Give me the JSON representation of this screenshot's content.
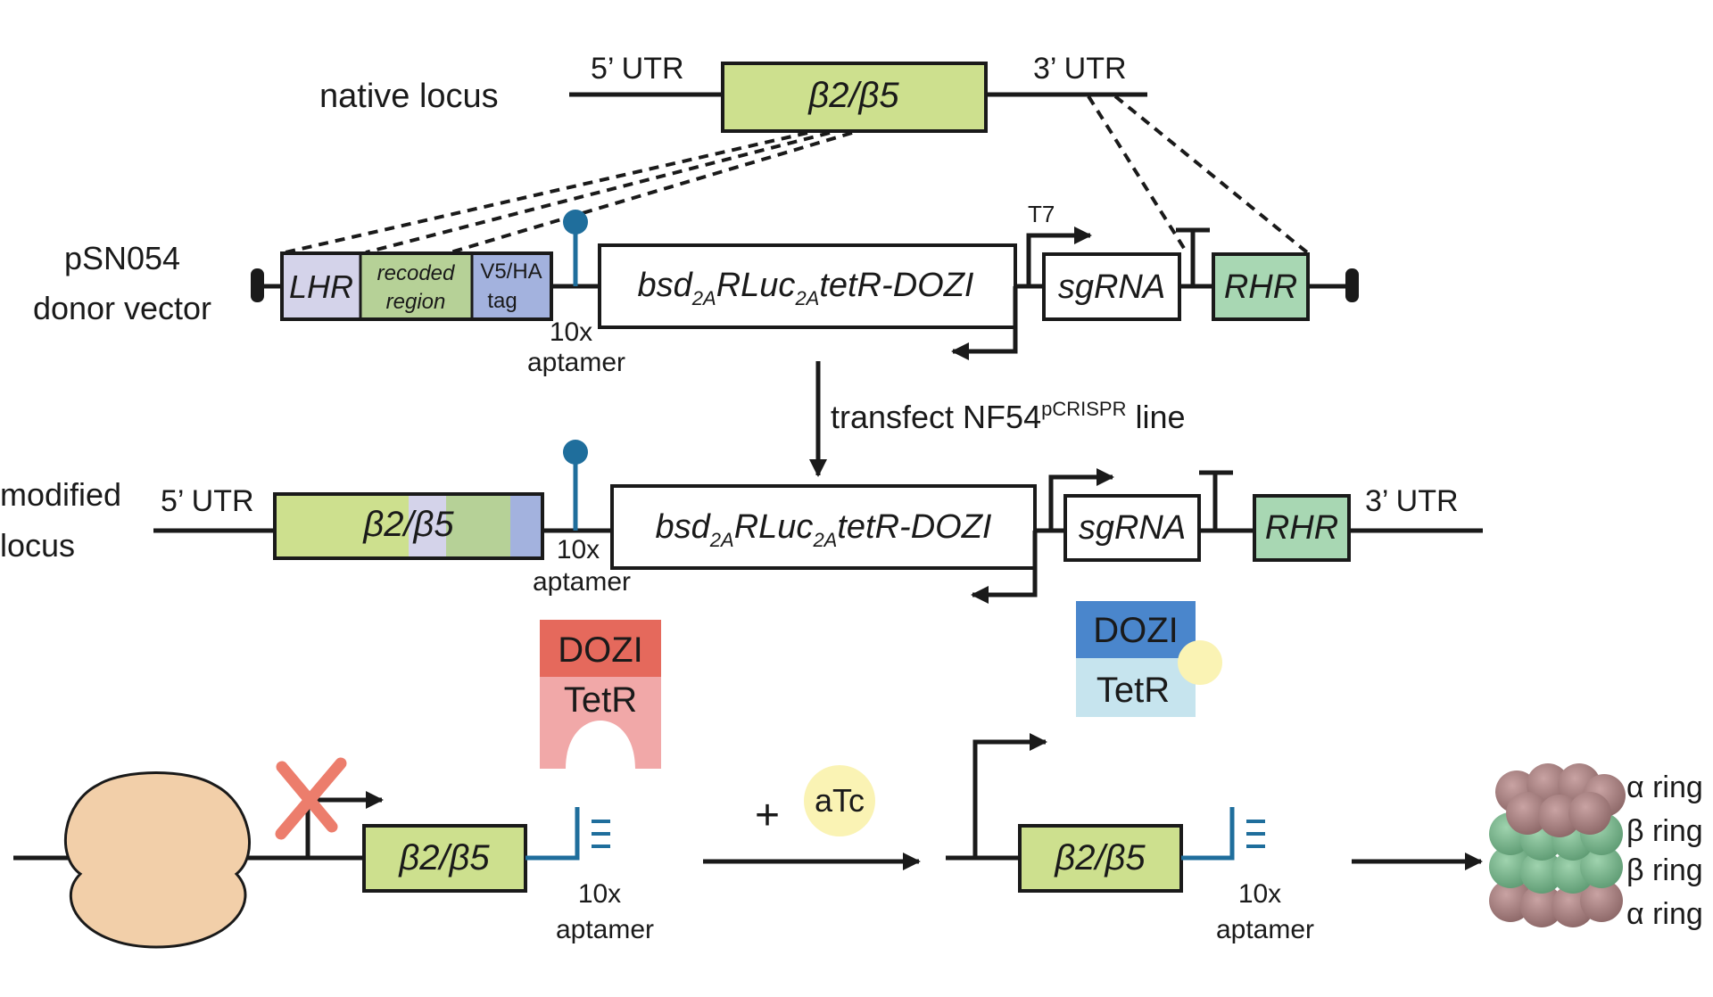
{
  "native": {
    "label": "native locus",
    "utr5": "5’ UTR",
    "utr3": "3’ UTR",
    "gene": "β2/β5"
  },
  "donor": {
    "label_line1": "pSN054",
    "label_line2": "donor vector",
    "lhr": "LHR",
    "recoded_line1": "recoded",
    "recoded_line2": "region",
    "tag_line1": "V5/HA",
    "tag_line2": "tag",
    "aptamer_line1": "10x",
    "aptamer_line2": "aptamer",
    "cassette": {
      "p1": "bsd",
      "s1": "2A",
      "p2": "RLuc",
      "s2": "2A",
      "p3": "tetR-DOZI"
    },
    "t7": "T7",
    "sgrna": "sgRNA",
    "rhr": "RHR"
  },
  "transfect": {
    "text": "transfect NF54",
    "sup": "pCRISPR",
    "suffix": " line"
  },
  "modified": {
    "label_line1": "modified",
    "label_line2": "locus",
    "utr5": "5’ UTR",
    "utr3": "3’ UTR",
    "gene": "β2/β5",
    "aptamer_line1": "10x",
    "aptamer_line2": "aptamer",
    "cassette": {
      "p1": "bsd",
      "s1": "2A",
      "p2": "RLuc",
      "s2": "2A",
      "p3": "tetR-DOZI"
    },
    "sgrna": "sgRNA",
    "rhr": "RHR"
  },
  "mechanism": {
    "left": {
      "dozi": "DOZI",
      "tetr": "TetR",
      "gene": "β2/β5",
      "aptamer_line1": "10x",
      "aptamer_line2": "aptamer"
    },
    "plus": "+",
    "atc": "aTc",
    "right": {
      "dozi": "DOZI",
      "tetr": "TetR",
      "gene": "β2/β5",
      "aptamer_line1": "10x",
      "aptamer_line2": "aptamer"
    },
    "rings": [
      "α ring",
      "β ring",
      "β ring",
      "α ring"
    ]
  },
  "colors": {
    "gene_green": "#cde08e",
    "lhr_lavender": "#d4d3ea",
    "recoded_green": "#b6d197",
    "tag_blue": "#a3b2de",
    "rhr_green": "#a8d7b3",
    "aptamer_blue": "#1f6e9c",
    "dozi_red": "#e5695c",
    "tetr_pink": "#f1a8a8",
    "dozi_blue": "#4a86cc",
    "tetr_lightblue": "#c6e4ee",
    "atc_yellow": "#faf3b4",
    "ribosome": "#f2cfa9",
    "x_mark": "#ec7d6c",
    "proteasome_alpha": "#a88585",
    "proteasome_beta": "#78b58d"
  }
}
